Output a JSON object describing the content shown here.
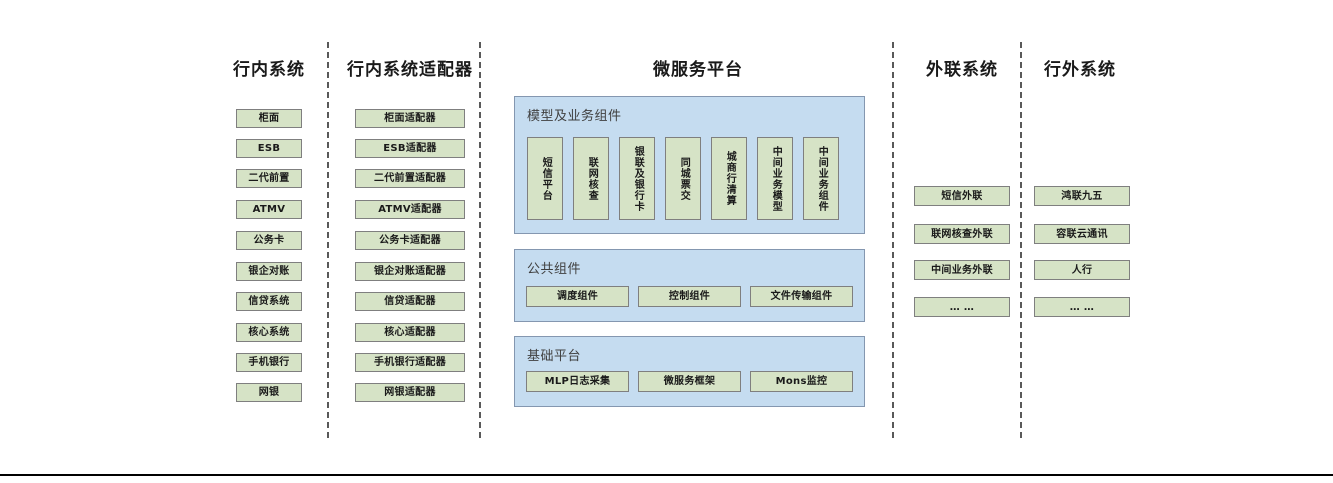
{
  "diagram": {
    "columns": [
      {
        "id": "internal-systems",
        "title": "行内系统",
        "items": [
          {
            "label": "柜面"
          },
          {
            "label": "ESB"
          },
          {
            "label": "二代前置"
          },
          {
            "label": "ATMV"
          },
          {
            "label": "公务卡"
          },
          {
            "label": "银企对账"
          },
          {
            "label": "信贷系统"
          },
          {
            "label": "核心系统"
          },
          {
            "label": "手机银行"
          },
          {
            "label": "网银"
          }
        ]
      },
      {
        "id": "internal-adapters",
        "title": "行内系统适配器",
        "items": [
          {
            "label": "柜面适配器"
          },
          {
            "label": "ESB适配器"
          },
          {
            "label": "二代前置适配器"
          },
          {
            "label": "ATMV适配器"
          },
          {
            "label": "公务卡适配器"
          },
          {
            "label": "银企对账适配器"
          },
          {
            "label": "信贷适配器"
          },
          {
            "label": "核心适配器"
          },
          {
            "label": "手机银行适配器"
          },
          {
            "label": "网银适配器"
          }
        ]
      },
      {
        "id": "microservice-platform",
        "title": "微服务平台"
      },
      {
        "id": "external-liaison-systems",
        "title": "外联系统",
        "items": [
          {
            "label": "短信外联"
          },
          {
            "label": "联网核查外联"
          },
          {
            "label": "中间业务外联"
          },
          {
            "label": "… …"
          }
        ]
      },
      {
        "id": "outside-bank-systems",
        "title": "行外系统",
        "items": [
          {
            "label": "鸿联九五"
          },
          {
            "label": "容联云通讯"
          },
          {
            "label": "人行"
          },
          {
            "label": "… …"
          }
        ]
      }
    ],
    "platform_panels": [
      {
        "id": "model-business-components",
        "label": "模型及业务组件",
        "items": [
          {
            "label": "短信平台"
          },
          {
            "label": "联网核查"
          },
          {
            "label": "银联及银行卡"
          },
          {
            "label": "同城票交"
          },
          {
            "label": "城商行清算"
          },
          {
            "label": "中间业务模型"
          },
          {
            "label": "中间业务组件"
          }
        ]
      },
      {
        "id": "public-components",
        "label": "公共组件",
        "items": [
          {
            "label": "调度组件"
          },
          {
            "label": "控制组件"
          },
          {
            "label": "文件传输组件"
          }
        ]
      },
      {
        "id": "base-platform",
        "label": "基础平台",
        "items": [
          {
            "label": "MLP日志采集"
          },
          {
            "label": "微服务框架"
          },
          {
            "label": "Mons监控"
          }
        ]
      }
    ],
    "colors": {
      "node_fill": "#d6e3c6",
      "node_border": "#7f7f7f",
      "panel_fill": "#c5dcf0",
      "panel_border": "#8497b0",
      "divider": "#595959",
      "text": "#1a1a1a",
      "panel_label_text": "#404040",
      "background": "#ffffff"
    }
  }
}
